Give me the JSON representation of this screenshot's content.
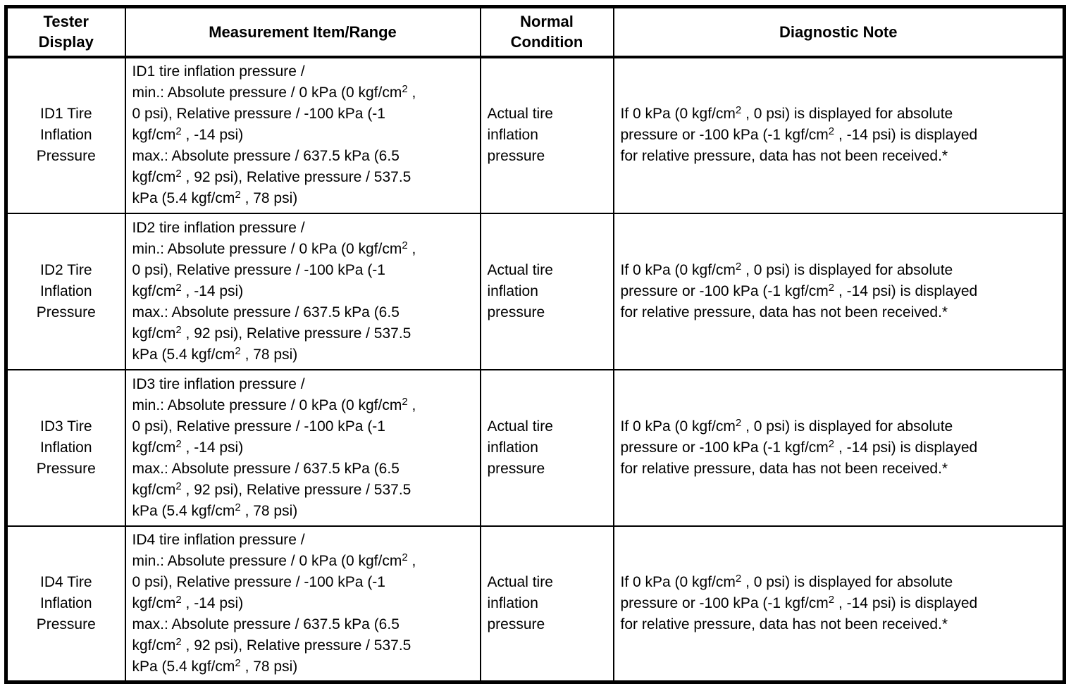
{
  "table": {
    "headers": [
      "Tester\nDisplay",
      "Measurement Item/Range",
      "Normal\nCondition",
      "Diagnostic Note"
    ],
    "rows": [
      {
        "tester_display": "ID1 Tire\nInflation\nPressure",
        "measurement": "ID1 tire inflation pressure /\nmin.: Absolute pressure / 0 kPa (0 kgf/cm^2 ,\n0 psi), Relative pressure / -100 kPa (-1\nkgf/cm^2 , -14 psi)\nmax.: Absolute pressure / 637.5 kPa (6.5\nkgf/cm^2 , 92 psi), Relative pressure / 537.5\nkPa (5.4 kgf/cm^2 , 78 psi)",
        "normal_condition": "Actual tire\ninflation\npressure",
        "diagnostic_note": "If 0 kPa (0 kgf/cm^2 , 0 psi) is displayed for absolute\npressure or -100 kPa (-1 kgf/cm^2 , -14 psi) is displayed\nfor relative pressure, data has not been received.*"
      },
      {
        "tester_display": "ID2 Tire\nInflation\nPressure",
        "measurement": "ID2 tire inflation pressure /\nmin.: Absolute pressure / 0 kPa (0 kgf/cm^2 ,\n0 psi), Relative pressure / -100 kPa (-1\nkgf/cm^2 , -14 psi)\nmax.: Absolute pressure / 637.5 kPa (6.5\nkgf/cm^2 , 92 psi), Relative pressure / 537.5\nkPa (5.4 kgf/cm^2 , 78 psi)",
        "normal_condition": "Actual tire\ninflation\npressure",
        "diagnostic_note": "If 0 kPa (0 kgf/cm^2 , 0 psi) is displayed for absolute\npressure or -100 kPa (-1 kgf/cm^2 , -14 psi) is displayed\nfor relative pressure, data has not been received.*"
      },
      {
        "tester_display": "ID3 Tire\nInflation\nPressure",
        "measurement": "ID3 tire inflation pressure /\nmin.: Absolute pressure / 0 kPa (0 kgf/cm^2 ,\n0 psi), Relative pressure / -100 kPa (-1\nkgf/cm^2 , -14 psi)\nmax.: Absolute pressure / 637.5 kPa (6.5\nkgf/cm^2 , 92 psi), Relative pressure / 537.5\nkPa (5.4 kgf/cm^2 , 78 psi)",
        "normal_condition": "Actual tire\ninflation\npressure",
        "diagnostic_note": "If 0 kPa (0 kgf/cm^2 , 0 psi) is displayed for absolute\npressure or -100 kPa (-1 kgf/cm^2 , -14 psi) is displayed\nfor relative pressure, data has not been received.*"
      },
      {
        "tester_display": "ID4 Tire\nInflation\nPressure",
        "measurement": "ID4 tire inflation pressure /\nmin.: Absolute pressure / 0 kPa (0 kgf/cm^2 ,\n0 psi), Relative pressure / -100 kPa (-1\nkgf/cm^2 , -14 psi)\nmax.: Absolute pressure / 637.5 kPa (6.5\nkgf/cm^2 , 92 psi), Relative pressure / 537.5\nkPa (5.4 kgf/cm^2 , 78 psi)",
        "normal_condition": "Actual tire\ninflation\npressure",
        "diagnostic_note": "If 0 kPa (0 kgf/cm^2 , 0 psi) is displayed for absolute\npressure or -100 kPa (-1 kgf/cm^2 , -14 psi) is displayed\nfor relative pressure, data has not been received.*"
      }
    ]
  }
}
